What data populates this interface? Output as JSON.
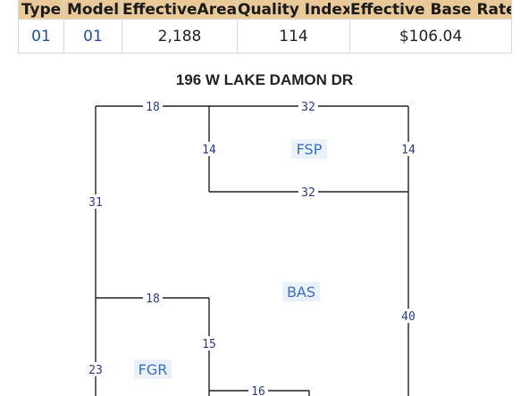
{
  "table": {
    "headers": [
      "Type",
      "Model",
      "EffectiveArea",
      "Quality Index",
      "Effective Base Rate"
    ],
    "row": {
      "type": "01",
      "model": "01",
      "effective_area": "2,188",
      "quality_index": "114",
      "effective_base_rate": "$106.04"
    }
  },
  "sketch": {
    "title": "196 W LAKE DAMON DR",
    "areas": {
      "fsp": "FSP",
      "bas": "BAS",
      "fgr": "FGR"
    },
    "dimensions": {
      "top_left": "18",
      "top_right": "32",
      "fsp_left": "14",
      "fsp_right": "14",
      "fsp_bottom": "32",
      "left_upper": "31",
      "right": "40",
      "fgr_top": "18",
      "fgr_right": "15",
      "left_lower": "23",
      "bottom": "16"
    }
  }
}
